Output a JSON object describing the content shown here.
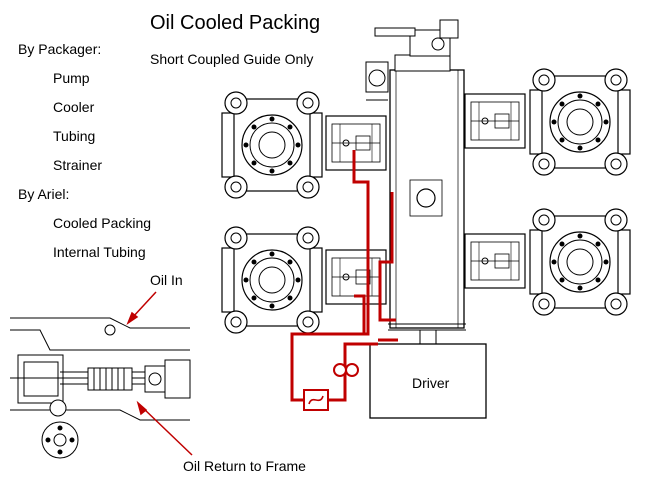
{
  "title": "Oil Cooled Packing",
  "subtitle": "Short Coupled Guide Only",
  "packager": {
    "heading": "By Packager:",
    "items": [
      "Pump",
      "Cooler",
      "Tubing",
      "Strainer"
    ]
  },
  "ariel": {
    "heading": "By Ariel:",
    "items": [
      "Cooled Packing",
      "Internal Tubing"
    ]
  },
  "callouts": {
    "oil_in": "Oil In",
    "oil_return": "Oil Return to Frame"
  },
  "driver_label": "Driver",
  "colors": {
    "oil_line": "#c00000",
    "line_art": "#000000"
  }
}
